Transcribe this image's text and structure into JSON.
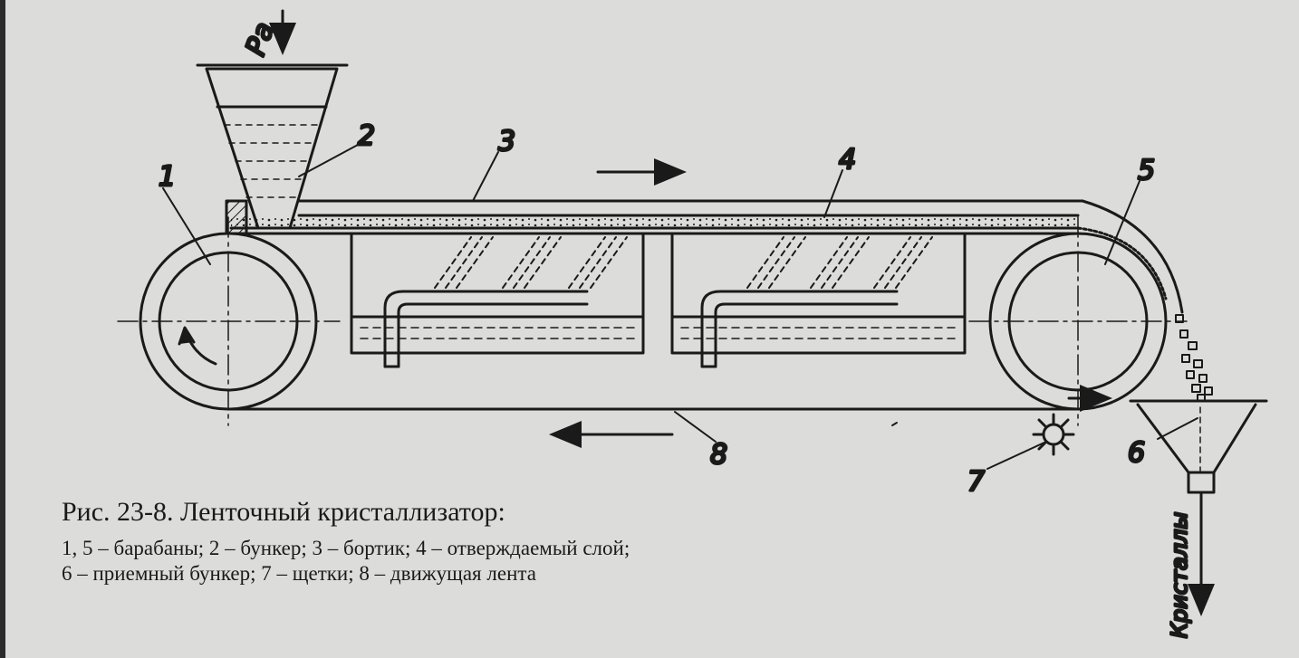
{
  "labels": {
    "feed": "Pa",
    "drum_left": "1",
    "hopper": "2",
    "rim": "3",
    "layer": "4",
    "drum_right": "5",
    "receiver": "6",
    "brushes": "7",
    "belt": "8",
    "output": "Кристаллы"
  },
  "caption": {
    "title": "Рис. 23-8. Ленточный кристаллизатор:",
    "legend_line1": "1, 5 – барабаны; 2 – бункер; 3 – бортик; 4 – отверждаемый слой;",
    "legend_line2": "6 – приемный бункер; 7 – щетки; 8 – движущая лента"
  }
}
